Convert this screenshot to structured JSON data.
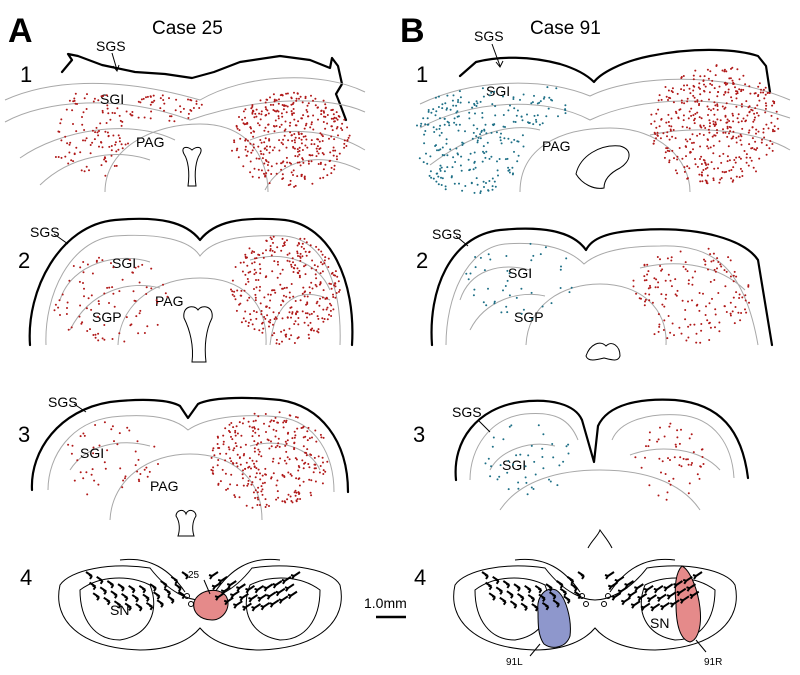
{
  "panels": [
    {
      "letter": "A",
      "title": "Case 25",
      "sections": [
        {
          "number": "1",
          "labels": {
            "sgs": "SGS",
            "sgi": "SGI",
            "pag": "PAG"
          }
        },
        {
          "number": "2",
          "labels": {
            "sgs": "SGS",
            "sgi": "SGI",
            "pag": "PAG",
            "sgp": "SGP"
          }
        },
        {
          "number": "3",
          "labels": {
            "sgs": "SGS",
            "sgi": "SGI",
            "pag": "PAG"
          }
        },
        {
          "number": "4",
          "labels": {
            "sn": "SN",
            "injection": "25"
          }
        }
      ]
    },
    {
      "letter": "B",
      "title": "Case 91",
      "sections": [
        {
          "number": "1",
          "labels": {
            "sgs": "SGS",
            "sgi": "SGI",
            "pag": "PAG"
          }
        },
        {
          "number": "2",
          "labels": {
            "sgs": "SGS",
            "sgi": "SGI",
            "sgp": "SGP"
          }
        },
        {
          "number": "3",
          "labels": {
            "sgs": "SGS",
            "sgi": "SGI"
          }
        },
        {
          "number": "4",
          "labels": {
            "sn": "SN",
            "injection_left": "91L",
            "injection_right": "91R"
          }
        }
      ]
    }
  ],
  "scale_bar": {
    "label": "1.0mm"
  },
  "colors": {
    "red_cells": "#b01818",
    "teal_cells": "#1d6f86",
    "outline": "#000000",
    "layers": "#a8a8a8",
    "injection_red": "#e58a8a",
    "injection_blue": "#8e97cc"
  }
}
